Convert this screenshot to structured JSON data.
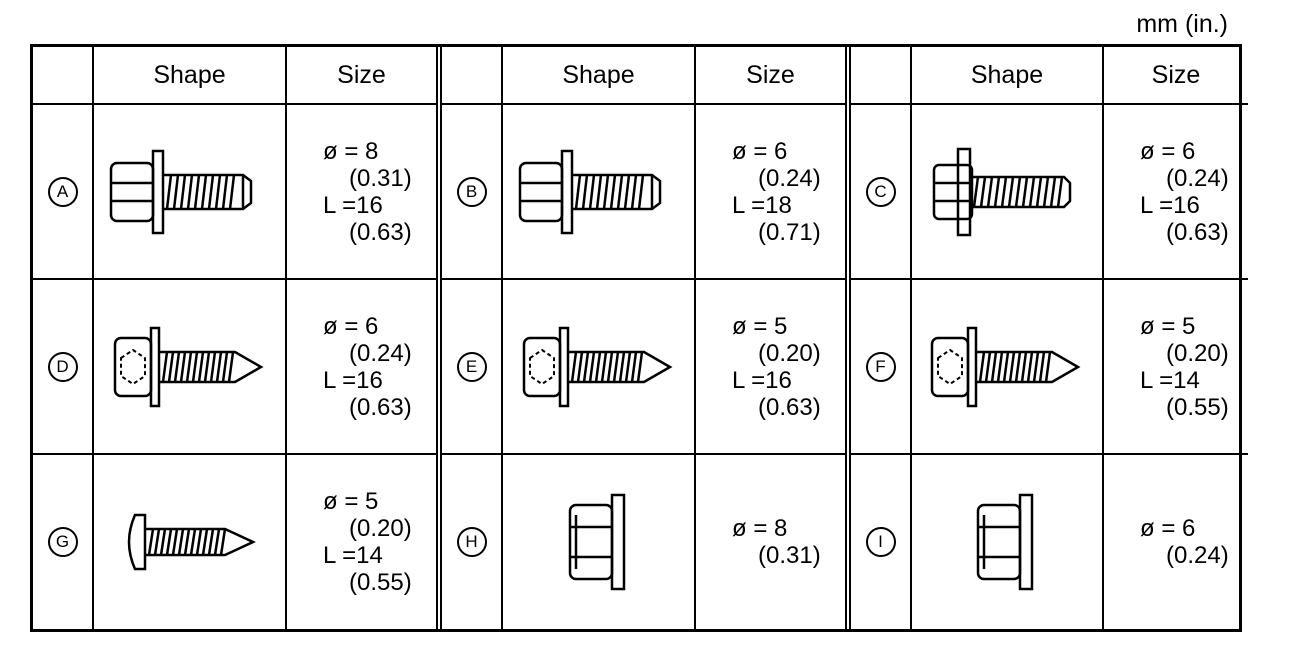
{
  "unit_label": "mm (in.)",
  "headers": {
    "shape": "Shape",
    "size": "Size"
  },
  "items": [
    {
      "letter": "A",
      "type": "bolt-washer",
      "dia": "ø = 8",
      "dia_in": "(0.31)",
      "len": "L =16",
      "len_in": "(0.63)"
    },
    {
      "letter": "B",
      "type": "bolt-washer",
      "dia": "ø = 6",
      "dia_in": "(0.24)",
      "len": "L =18",
      "len_in": "(0.71)"
    },
    {
      "letter": "C",
      "type": "flange-bolt",
      "dia": "ø = 6",
      "dia_in": "(0.24)",
      "len": "L =16",
      "len_in": "(0.63)"
    },
    {
      "letter": "D",
      "type": "tapping-screw-washer",
      "dia": "ø = 6",
      "dia_in": "(0.24)",
      "len": "L =16",
      "len_in": "(0.63)"
    },
    {
      "letter": "E",
      "type": "tapping-screw-washer",
      "dia": "ø = 5",
      "dia_in": "(0.20)",
      "len": "L =16",
      "len_in": "(0.63)"
    },
    {
      "letter": "F",
      "type": "tapping-screw-washer",
      "dia": "ø = 5",
      "dia_in": "(0.20)",
      "len": "L =14",
      "len_in": "(0.55)"
    },
    {
      "letter": "G",
      "type": "pan-head-screw",
      "dia": "ø = 5",
      "dia_in": "(0.20)",
      "len": "L =14",
      "len_in": "(0.55)"
    },
    {
      "letter": "H",
      "type": "flange-nut",
      "dia": "ø = 8",
      "dia_in": "(0.31)"
    },
    {
      "letter": "I",
      "type": "flange-nut",
      "dia": "ø = 6",
      "dia_in": "(0.24)"
    }
  ]
}
